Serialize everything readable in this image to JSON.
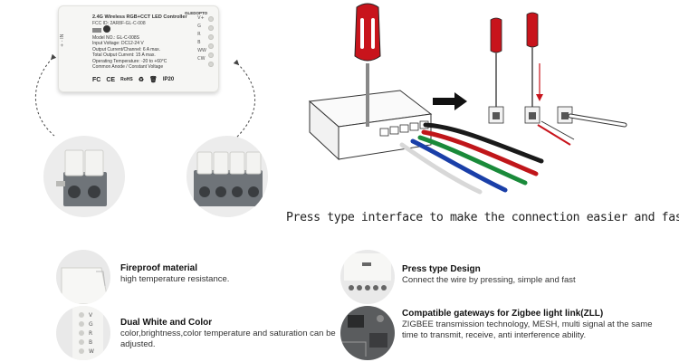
{
  "controller": {
    "title": "2.4G Wireless RGB+CCT LED Controller",
    "fcc": "FCC ID: 2AR8F-GL-C-008",
    "brand": "GLEDOPTO",
    "specs": [
      "Model NO.: GL-C-008S",
      "Input Voltage: DC12-24 V",
      "Output Current/Channel: 6 A max.",
      "Total Output Current: 15 A max.",
      "Operating Temperature: -20 to +60°C",
      "Common Anode / Constant Voltage"
    ],
    "side_label": "+ -  IN",
    "pins": [
      "V+",
      "G",
      "R",
      "B",
      "WW",
      "CW"
    ],
    "ip_rating": "IP20",
    "cert_marks": [
      "FC",
      "CE",
      "RoHS"
    ]
  },
  "caption": "Press type interface to make the connection easier and fast",
  "features": [
    {
      "title": "Fireproof material",
      "desc": "high temperature resistance."
    },
    {
      "title": "Dual White and Color",
      "desc": "color,brightness,color temperature and saturation can be adjusted."
    },
    {
      "title": "Press type Design",
      "desc": "Connect the wire by pressing, simple and fast"
    },
    {
      "title": "Compatible gateways for Zigbee light link(ZLL)",
      "desc": "ZIGBEE transmission technology, MESH, multi signal at the same time to transmit, receive, anti interference ability."
    }
  ],
  "colors": {
    "wire_black": "#1a1a1a",
    "wire_red": "#c0161a",
    "wire_green": "#1a8a3a",
    "wire_blue": "#1a3fa8",
    "wire_white": "#d8d8d8",
    "screwdriver_red": "#c8141c",
    "terminal_grey": "#6d7378",
    "terminal_cap": "#f2f2f0"
  }
}
